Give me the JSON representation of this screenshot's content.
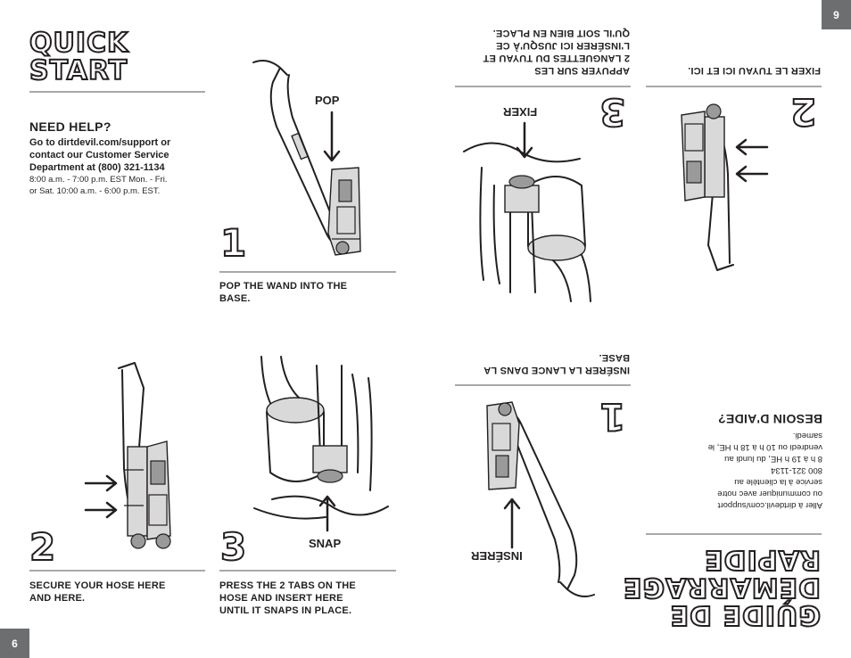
{
  "left_page": {
    "title_line1": "QUICK",
    "title_line2": "START",
    "help": {
      "heading": "NEED HELP?",
      "line1": "Go to dirtdevil.com/support or",
      "line2": "contact our Customer Service",
      "line3": "Department at (800) 321-1134",
      "hours1": "8:00 a.m. - 7:00 p.m. EST Mon. - Fri.",
      "hours2": "or Sat. 10:00 a.m. - 6:00 p.m. EST."
    },
    "steps": [
      {
        "num": "1",
        "label": "POP",
        "caption_line1": "POP THE WAND INTO THE",
        "caption_line2": "BASE."
      },
      {
        "num": "2",
        "caption_line1": "SECURE YOUR HOSE HERE",
        "caption_line2": "AND HERE."
      },
      {
        "num": "3",
        "label": "SNAP",
        "caption_line1": "PRESS THE 2 TABS ON THE",
        "caption_line2": "HOSE AND INSERT HERE",
        "caption_line3": "UNTIL IT SNAPS IN PLACE."
      }
    ],
    "page_number": "6"
  },
  "right_page": {
    "title_line1": "GUIDE DE",
    "title_line2": "DÉMARRAGE",
    "title_line3": "RAPIDE",
    "help": {
      "heading": "BESOIN D'AIDE?",
      "line1": "Aller à dirtdevil.com/support",
      "line2": "ou communiquer avec notre",
      "line3": "service à la clientèle au",
      "line4": "800 321-1134",
      "line5": "8 h à 19 h HE, du lundi au",
      "line6": "vendredi ou 10 h à 18 h HE, le",
      "line7": "samedi."
    },
    "steps": [
      {
        "num": "1",
        "label": "INSÉRER",
        "caption_line1": "INSÉRER LA LANCE DANS LA",
        "caption_line2": "BASE."
      },
      {
        "num": "2",
        "caption_line1": "FIXER LE TUYAU ICI ET ICI."
      },
      {
        "num": "3",
        "label": "FIXER",
        "caption_line1": "APPUYER SUR LES",
        "caption_line2": "2 LANGUETTES DU TUYAU ET",
        "caption_line3": "L'INSÉRER ICI JUSQU'À CE",
        "caption_line4": "QU'IL SOIT BIEN EN PLACE."
      }
    ],
    "page_number": "9"
  }
}
